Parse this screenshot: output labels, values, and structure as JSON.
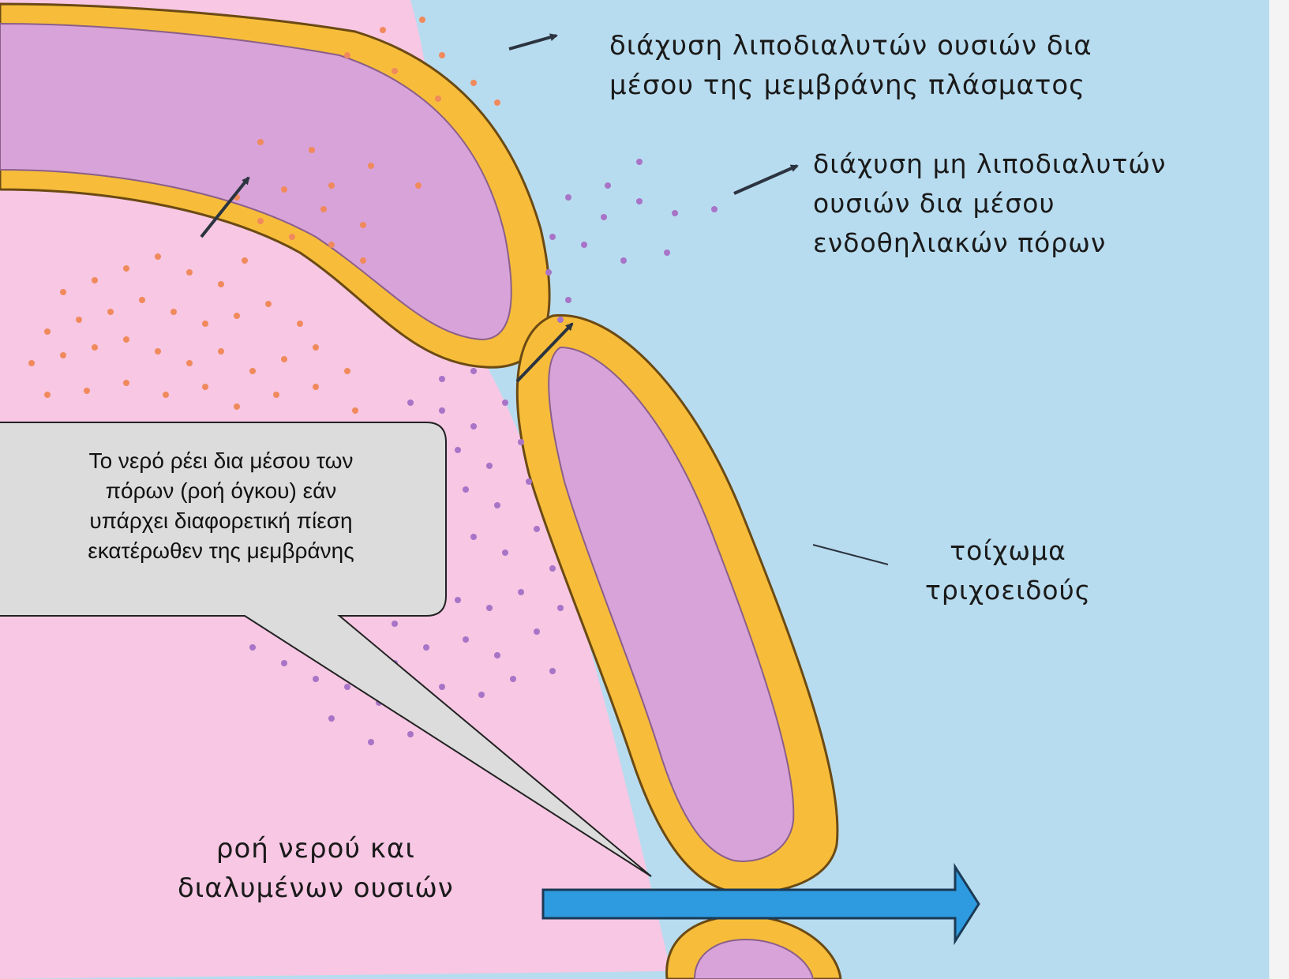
{
  "labels": {
    "lipid_diffusion": [
      "διάχυση λιποδιαλυτών ουσιών δια",
      "μέσου της μεμβράνης πλάσματος"
    ],
    "nonlipid_diffusion": [
      "διάχυση μη λιποδιαλυτών",
      "ουσιών δια μέσου",
      "ενδοθηλιακών πόρων"
    ],
    "capillary_wall": [
      "τοίχωμα",
      "τριχοειδούς"
    ],
    "water_flow": [
      "ροή νερού και",
      "διαλυμένων ουσιών"
    ]
  },
  "callout": {
    "lines": [
      "Το νερό ρέει δια μέσου των",
      "πόρων (ροή όγκου) εάν",
      "υπάρχει διαφορετική πίεση",
      "εκατέρωθεν της μεμβράνης"
    ]
  },
  "colors": {
    "interstitial_bg": "#b8dcef",
    "cell_interior": "#f7c7e3",
    "membrane": "#f7bd3a",
    "cytoplasm": "#d8a3d8",
    "lipid_dot": "#f08a5d",
    "nonlipid_dot": "#a774c7",
    "flow_arrow": "#2e9be0",
    "callout_fill": "#dcdcdc"
  }
}
